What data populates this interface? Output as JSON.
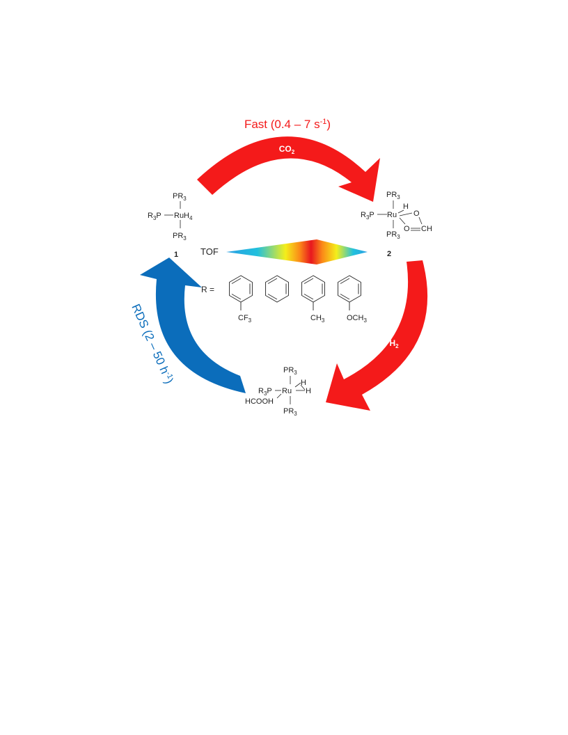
{
  "title_fast": {
    "text": "Fast (0.4 – 7 s",
    "sup": "-1",
    "close": ")"
  },
  "arrow_top": {
    "label": "CO",
    "sub": "2"
  },
  "arrow_right": {
    "label": "H",
    "sub": "2"
  },
  "arrow_left": {
    "text": "RDS (2 – 50 h",
    "sup": "-1",
    "close": ")"
  },
  "tof_label": "TOF",
  "r_label": "R =",
  "complex1": {
    "number": "1",
    "top": {
      "a": "PR",
      "s": "3"
    },
    "left": {
      "a": "R",
      "s": "3",
      "b": "P"
    },
    "center": {
      "a": "RuH",
      "s": "4"
    },
    "bottom": {
      "a": "PR",
      "s": "3"
    }
  },
  "complex2": {
    "number": "2",
    "top": {
      "a": "PR",
      "s": "3"
    },
    "left": {
      "a": "R",
      "s": "3",
      "b": "P"
    },
    "metal": "Ru",
    "h": "H",
    "o1": "O",
    "o2": "O",
    "ch": "CH",
    "bottom": {
      "a": "PR",
      "s": "3"
    }
  },
  "complex3": {
    "top": {
      "a": "PR",
      "s": "3"
    },
    "left": {
      "a": "R",
      "s": "3",
      "b": "P"
    },
    "metal": "Ru",
    "h1": "H",
    "h2": "H",
    "hcooh": "HCOOH",
    "bottom": {
      "a": "PR",
      "s": "3"
    }
  },
  "substituents": [
    {
      "a": "CF",
      "s": "3"
    },
    {
      "a": "",
      "s": ""
    },
    {
      "a": "CH",
      "s": "3"
    },
    {
      "a": "OCH",
      "s": "3"
    }
  ],
  "colors": {
    "red": "#f41a1a",
    "blue": "#0b6dbb"
  },
  "tof_gradient": [
    "#2a9fe3",
    "#21c0dd",
    "#f4ee1a",
    "#fb8a18",
    "#e8171f",
    "#fb8a18",
    "#f4ee1a",
    "#21c0dd",
    "#2a9fe3"
  ]
}
